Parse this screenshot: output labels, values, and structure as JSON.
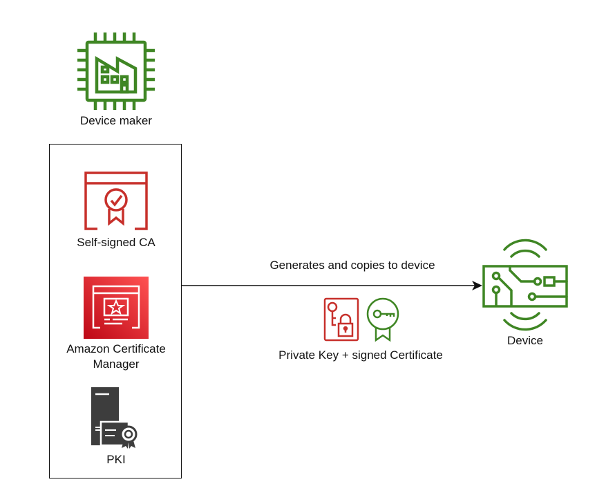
{
  "nodes": {
    "device_maker": {
      "label": "Device maker",
      "icon": "factory-chip-icon",
      "color": "#3f8624"
    },
    "self_signed_ca": {
      "label": "Self-signed CA",
      "icon": "certificate-icon",
      "color": "#c7302b"
    },
    "acm": {
      "label_line1": "Amazon Certificate",
      "label_line2": "Manager",
      "icon": "certificate-manager-icon",
      "color": "#c7302b"
    },
    "pki": {
      "label": "PKI",
      "icon": "server-certificate-icon",
      "color": "#3d3d3d"
    },
    "device": {
      "label": "Device",
      "icon": "iot-device-icon",
      "color": "#3f8624"
    }
  },
  "edge": {
    "label": "Generates and copies to device",
    "payload_label": "Private Key + signed Certificate",
    "payload_icons": [
      "private-key-lock-icon",
      "certificate-key-icon"
    ]
  },
  "colors": {
    "green": "#3f8624",
    "red": "#c7302b",
    "dark": "#3d3d3d",
    "line": "#111111"
  }
}
